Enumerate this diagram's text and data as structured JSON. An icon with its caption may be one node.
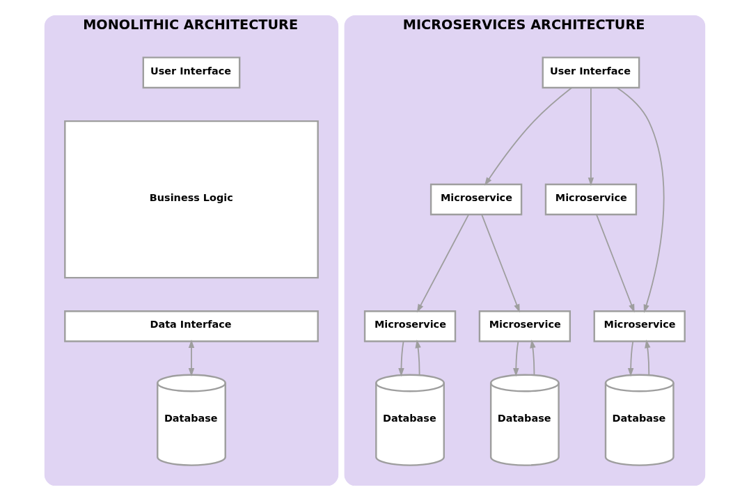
{
  "diagram": {
    "nodes": [
      {
        "text": [
          "MONOLITHIC ARCHITECTURE"
        ]
      },
      {
        "text": [
          "User Interface"
        ],
        "in": 0
      },
      {
        "text": [
          "Business Logic"
        ],
        "in": 0
      },
      {
        "text": [
          "Data Interface"
        ],
        "in": 0
      },
      {
        "text": [
          "Database"
        ],
        "in": 0
      },
      {
        "text": [
          "MICROSERVICES ARCHITECTURE"
        ]
      },
      {
        "text": [
          "User Interface"
        ],
        "in": 5
      },
      {
        "text": [
          "Microservice"
        ],
        "in": 5
      },
      {
        "text": [
          "Microservice"
        ],
        "in": 5
      },
      {
        "text": [
          "Microservice"
        ],
        "in": 5
      },
      {
        "text": [
          "Microservice"
        ],
        "in": 5
      },
      {
        "text": [
          "Microservice"
        ],
        "in": 5
      },
      {
        "text": [
          "Database"
        ],
        "in": 5
      },
      {
        "text": [
          "Database"
        ],
        "in": 5
      },
      {
        "text": [
          "Database"
        ],
        "in": 5
      }
    ],
    "edges": [
      {
        "from": 3,
        "to": 4,
        "arrow": "both"
      },
      {
        "from": 6,
        "to": 7,
        "arrow": "to"
      },
      {
        "from": 6,
        "to": 11,
        "arrow": "to"
      },
      {
        "from": 6,
        "to": 8,
        "arrow": "to"
      },
      {
        "from": 7,
        "to": 9,
        "arrow": "to"
      },
      {
        "from": 7,
        "to": 10,
        "arrow": "to"
      },
      {
        "from": 8,
        "to": 11,
        "arrow": "to"
      },
      {
        "from": 12,
        "to": 9,
        "arrow": "to"
      },
      {
        "from": 9,
        "to": 12,
        "arrow": "to"
      },
      {
        "from": 13,
        "to": 10,
        "arrow": "to"
      },
      {
        "from": 10,
        "to": 13,
        "arrow": "to"
      },
      {
        "from": 14,
        "to": 11,
        "arrow": "to"
      },
      {
        "from": 11,
        "to": 14,
        "arrow": "to"
      }
    ]
  }
}
